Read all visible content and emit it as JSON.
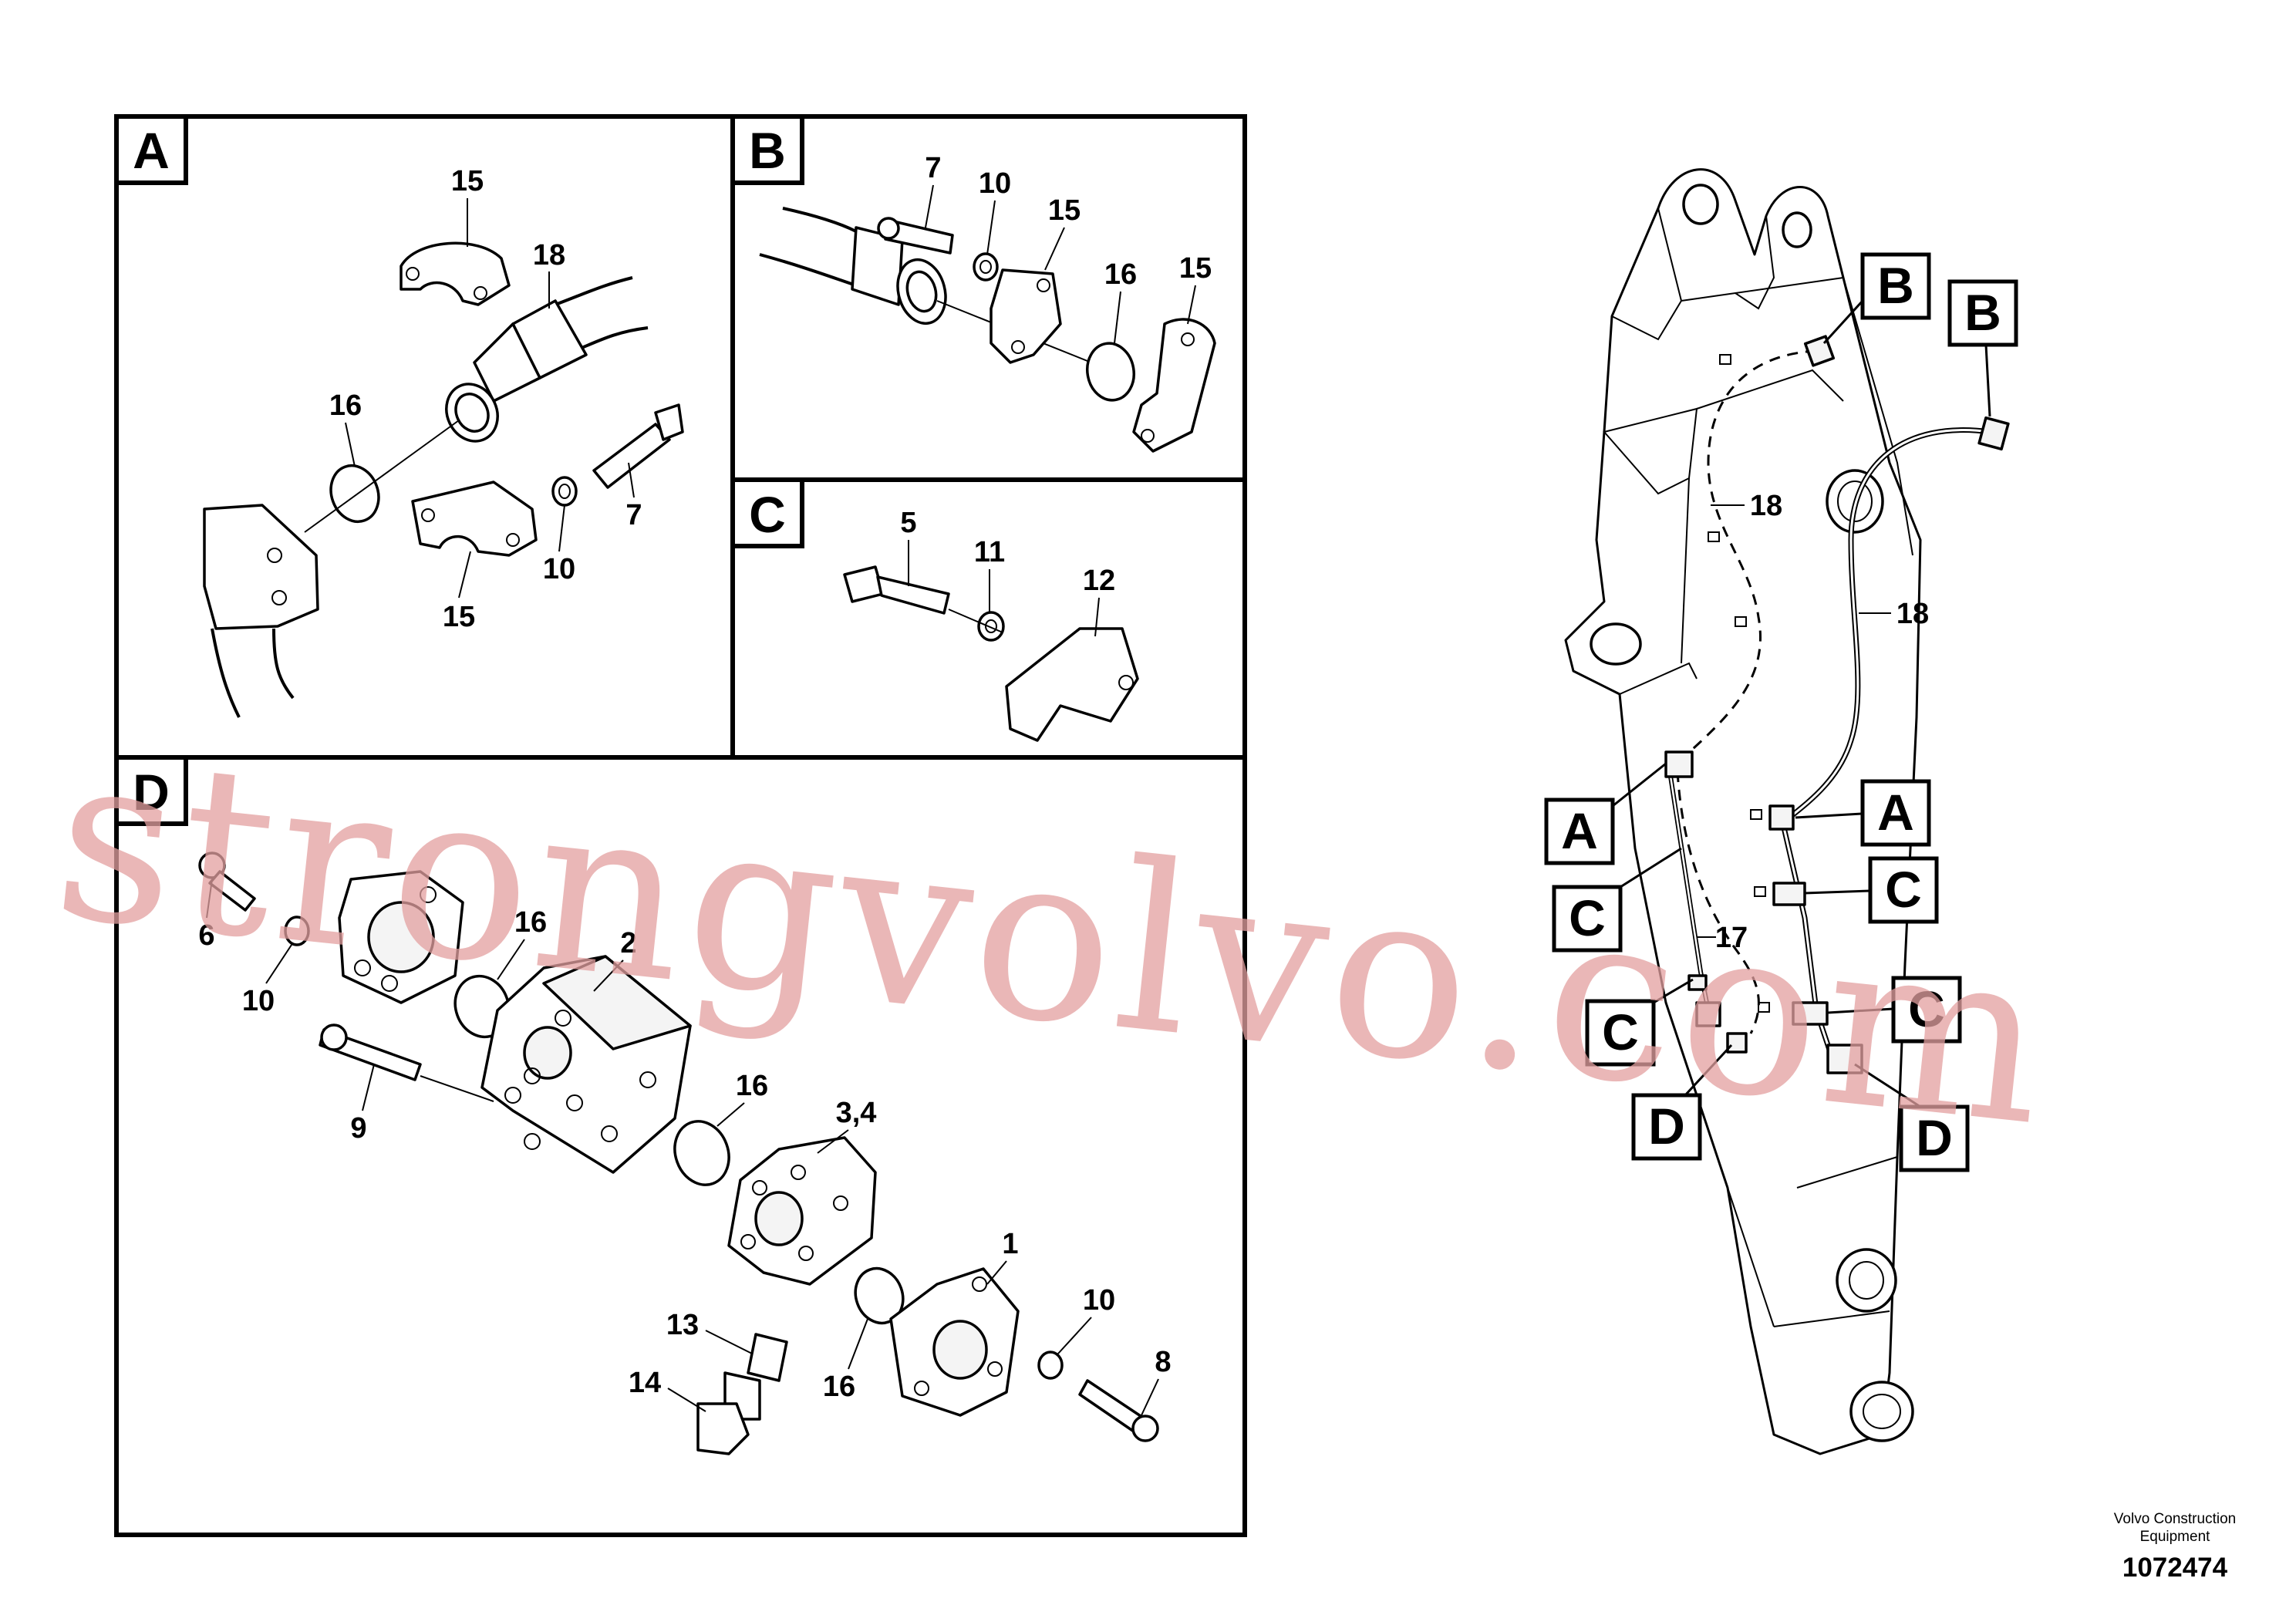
{
  "panels": {
    "A": {
      "letter": "A",
      "labels": {
        "p15a": "15",
        "p18": "18",
        "p16": "16",
        "p7": "7",
        "p10": "10",
        "p15b": "15"
      }
    },
    "B": {
      "letter": "B",
      "labels": {
        "p7": "7",
        "p10": "10",
        "p15a": "15",
        "p16": "16",
        "p15b": "15"
      }
    },
    "C": {
      "letter": "C",
      "labels": {
        "p5": "5",
        "p11": "11",
        "p12": "12"
      }
    },
    "D": {
      "letter": "D",
      "labels": {
        "p6": "6",
        "p10a": "10",
        "p16a": "16",
        "p2": "2",
        "p9": "9",
        "p16b": "16",
        "p34": "3,4",
        "p1": "1",
        "p13": "13",
        "p10b": "10",
        "p8": "8",
        "p16c": "16",
        "p14": "14"
      }
    }
  },
  "boom": {
    "callouts": {
      "B1": "B",
      "B2": "B",
      "A1": "A",
      "A2": "A",
      "C1": "C",
      "C2": "C",
      "C3": "C",
      "C4": "C",
      "D1": "D",
      "D2": "D"
    },
    "labels": {
      "p18a": "18",
      "p18b": "18",
      "p17": "17"
    }
  },
  "watermark": "strongvolvo.com",
  "footer": {
    "credit_line1": "Volvo Construction",
    "credit_line2": "Equipment",
    "doc_number": "1072474"
  },
  "colors": {
    "watermark": "#e3a0a0",
    "ink": "#000000"
  }
}
